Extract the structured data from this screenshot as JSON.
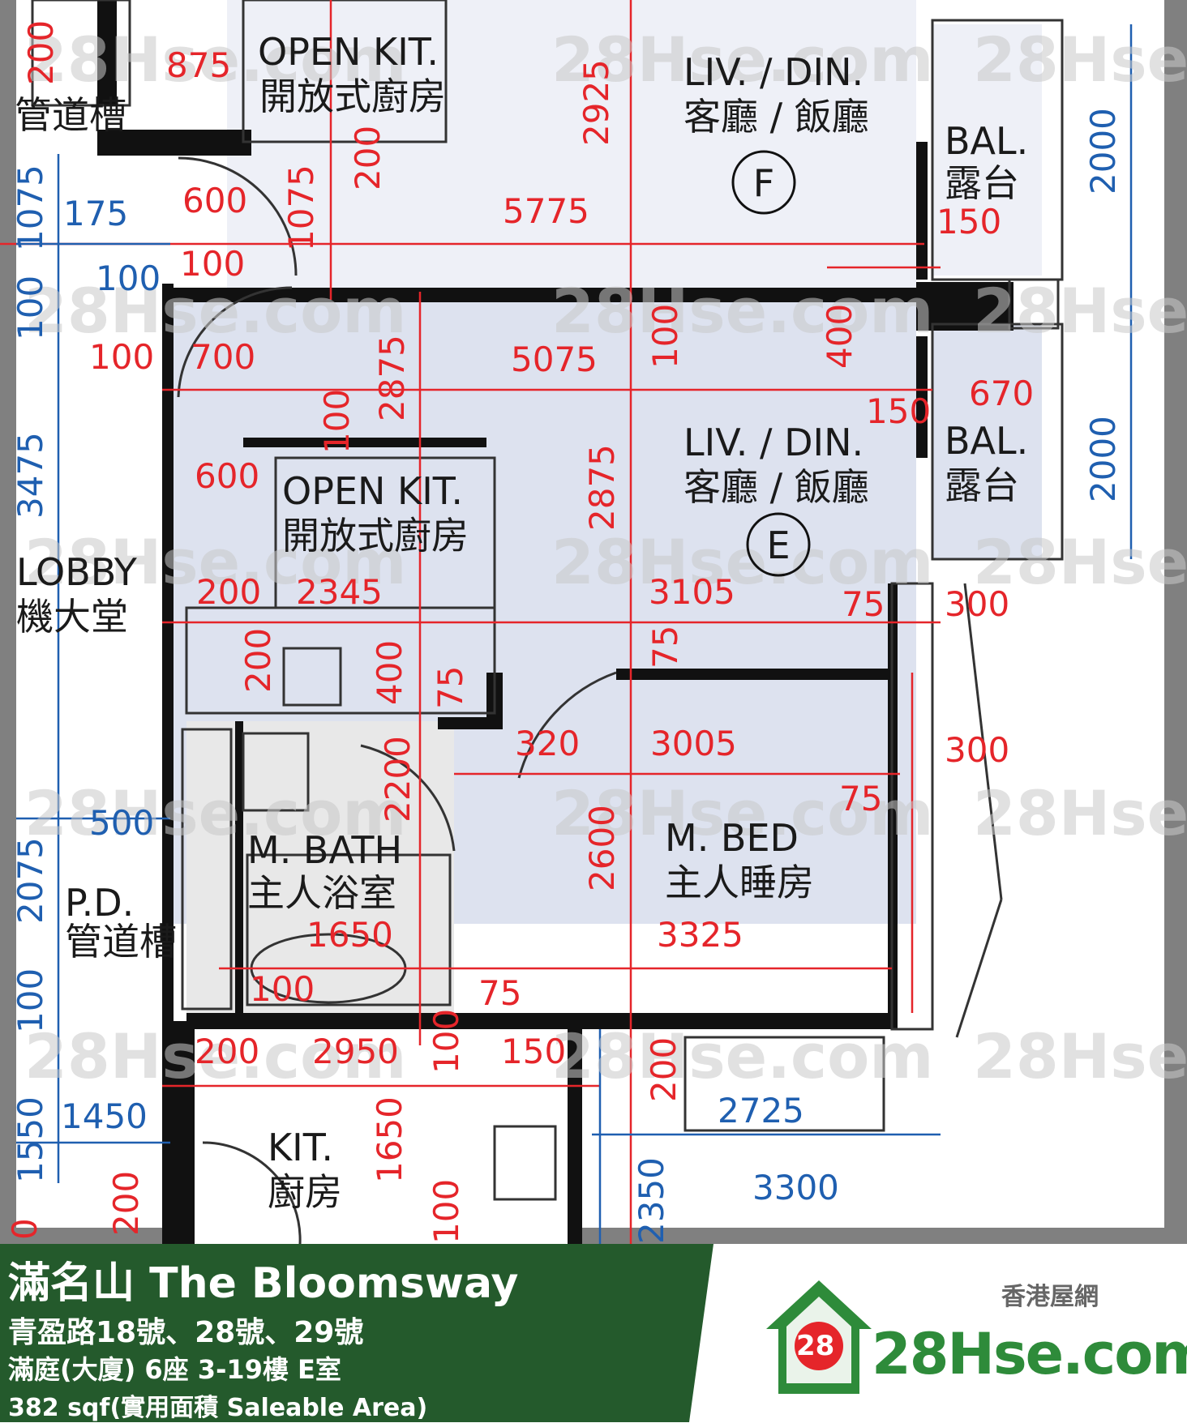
{
  "floor_plan": {
    "rooms": [
      {
        "id": "F",
        "en": "LIV. / DIN.",
        "zh": "客廳 / 飯廳"
      },
      {
        "id": "E",
        "en": "LIV. / DIN.",
        "zh": "客廳 / 飯廳"
      },
      {
        "en": "OPEN KIT.",
        "zh": "開放式廚房"
      },
      {
        "en": "OPEN KIT.",
        "zh": "開放式廚房"
      },
      {
        "en": "BAL.",
        "zh": "露台"
      },
      {
        "en": "BAL.",
        "zh": "露台"
      },
      {
        "en": "M. BED",
        "zh": "主人睡房"
      },
      {
        "en": "M. BATH",
        "zh": "主人浴室"
      },
      {
        "en": "KIT.",
        "zh": "廚房"
      },
      {
        "en": "LOBBY",
        "zh": "機大堂"
      },
      {
        "en": "P.D.",
        "zh": "管道槽"
      },
      {
        "zh": "管道槽"
      }
    ],
    "unit_markers": [
      "F",
      "E"
    ],
    "red_dimensions": [
      "875",
      "2925",
      "200",
      "600",
      "1075",
      "5775",
      "100",
      "150",
      "100",
      "700",
      "5075",
      "100",
      "400",
      "2875",
      "2875",
      "150",
      "670",
      "100",
      "600",
      "200",
      "2345",
      "3105",
      "75",
      "300",
      "75",
      "200",
      "400",
      "75",
      "320",
      "3005",
      "300",
      "75",
      "2200",
      "2600",
      "1650",
      "3325",
      "100",
      "75",
      "200",
      "2950",
      "100",
      "150",
      "200",
      "1650",
      "100",
      "200",
      "200",
      "0"
    ],
    "blue_dimensions": [
      "175",
      "100",
      "1075",
      "100",
      "3475",
      "500",
      "2075",
      "100",
      "1550",
      "1450",
      "2000",
      "2000",
      "2725",
      "3300",
      "2350"
    ],
    "watermark": "28Hse.com",
    "watermark_badge": "28"
  },
  "info": {
    "estate": "滿名山 The Bloomsway",
    "address": "青盈路18號、28號、29號",
    "unit": "滿庭(大廈) 6座 3-19樓 E室",
    "area": "382 sqf(實用面積 Saleable Area)"
  },
  "brand": {
    "site_zh": "香港屋網",
    "badge": "28",
    "logo_text": "28Hse.com"
  },
  "colors": {
    "footer_green": "#245a2c",
    "logo_green": "#2e8b3a",
    "dimension_red": "#e5252a",
    "dimension_blue": "#1f5fb0",
    "room_fill": "#dde2ef"
  }
}
